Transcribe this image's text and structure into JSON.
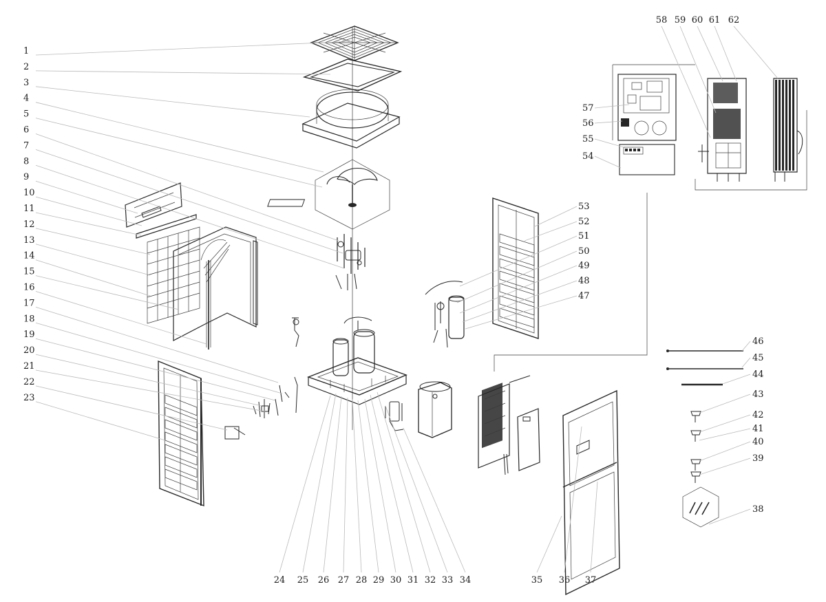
{
  "left_labels": [
    "1",
    "2",
    "3",
    "4",
    "5",
    "6",
    "7",
    "8",
    "9",
    "10",
    "11",
    "12",
    "13",
    "14",
    "15",
    "16",
    "17",
    "18",
    "19",
    "20",
    "21",
    "22",
    "23"
  ],
  "bottom_labels": [
    "24",
    "25",
    "26",
    "27",
    "28",
    "29",
    "30",
    "31",
    "32",
    "33",
    "34",
    "35",
    "36",
    "37"
  ],
  "right_mid_labels": [
    "53",
    "52",
    "51",
    "50",
    "49",
    "48",
    "47"
  ],
  "right_lower_labels": [
    "46",
    "45",
    "44",
    "43",
    "42",
    "41",
    "40",
    "39",
    "38"
  ],
  "top_right_labels": [
    "58",
    "59",
    "60",
    "61",
    "62"
  ],
  "control_box_labels": [
    "57",
    "56",
    "55",
    "54"
  ],
  "colors": {
    "ink": "#262626",
    "leader": "#b9b9b9",
    "background": "#ffffff"
  }
}
